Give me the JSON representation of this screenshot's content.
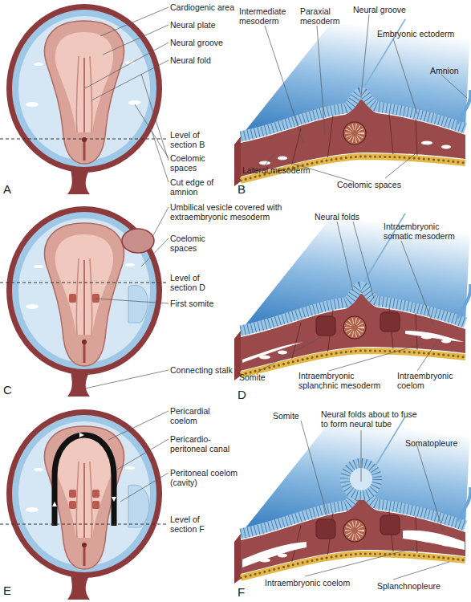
{
  "diagram": {
    "labels": [
      "Cardiogenic area",
      "Neural plate",
      "Neural groove",
      "Neural fold",
      "Level of section B",
      "Coelomic spaces",
      "Cut edge of amnion",
      "A",
      "Intermediate mesoderm",
      "Paraxial mesoderm",
      "Neural groove",
      "Embryonic ectoderm",
      "Amnion",
      "Lateral mesoderm",
      "Coelomic spaces",
      "B",
      "Umbilical vesicle covered with extraembryonic mesoderm",
      "Coelomic spaces",
      "Level of section D",
      "First somite",
      "Connecting stalk",
      "C",
      "Neural folds",
      "Intraembryonic somatic mesoderm",
      "Somite",
      "Intraembryonic splanchnic mesoderm",
      "Intraembryonic coelom",
      "D",
      "Pericardial coelom",
      "Pericardio-peritoneal canal",
      "Peritoneal coelom (cavity)",
      "Level of section F",
      "E",
      "Somite",
      "Neural folds about to fuse to form neural tube",
      "Somatopleure",
      "Intraembryonic coelom",
      "Splanchnopleure",
      "F"
    ]
  }
}
